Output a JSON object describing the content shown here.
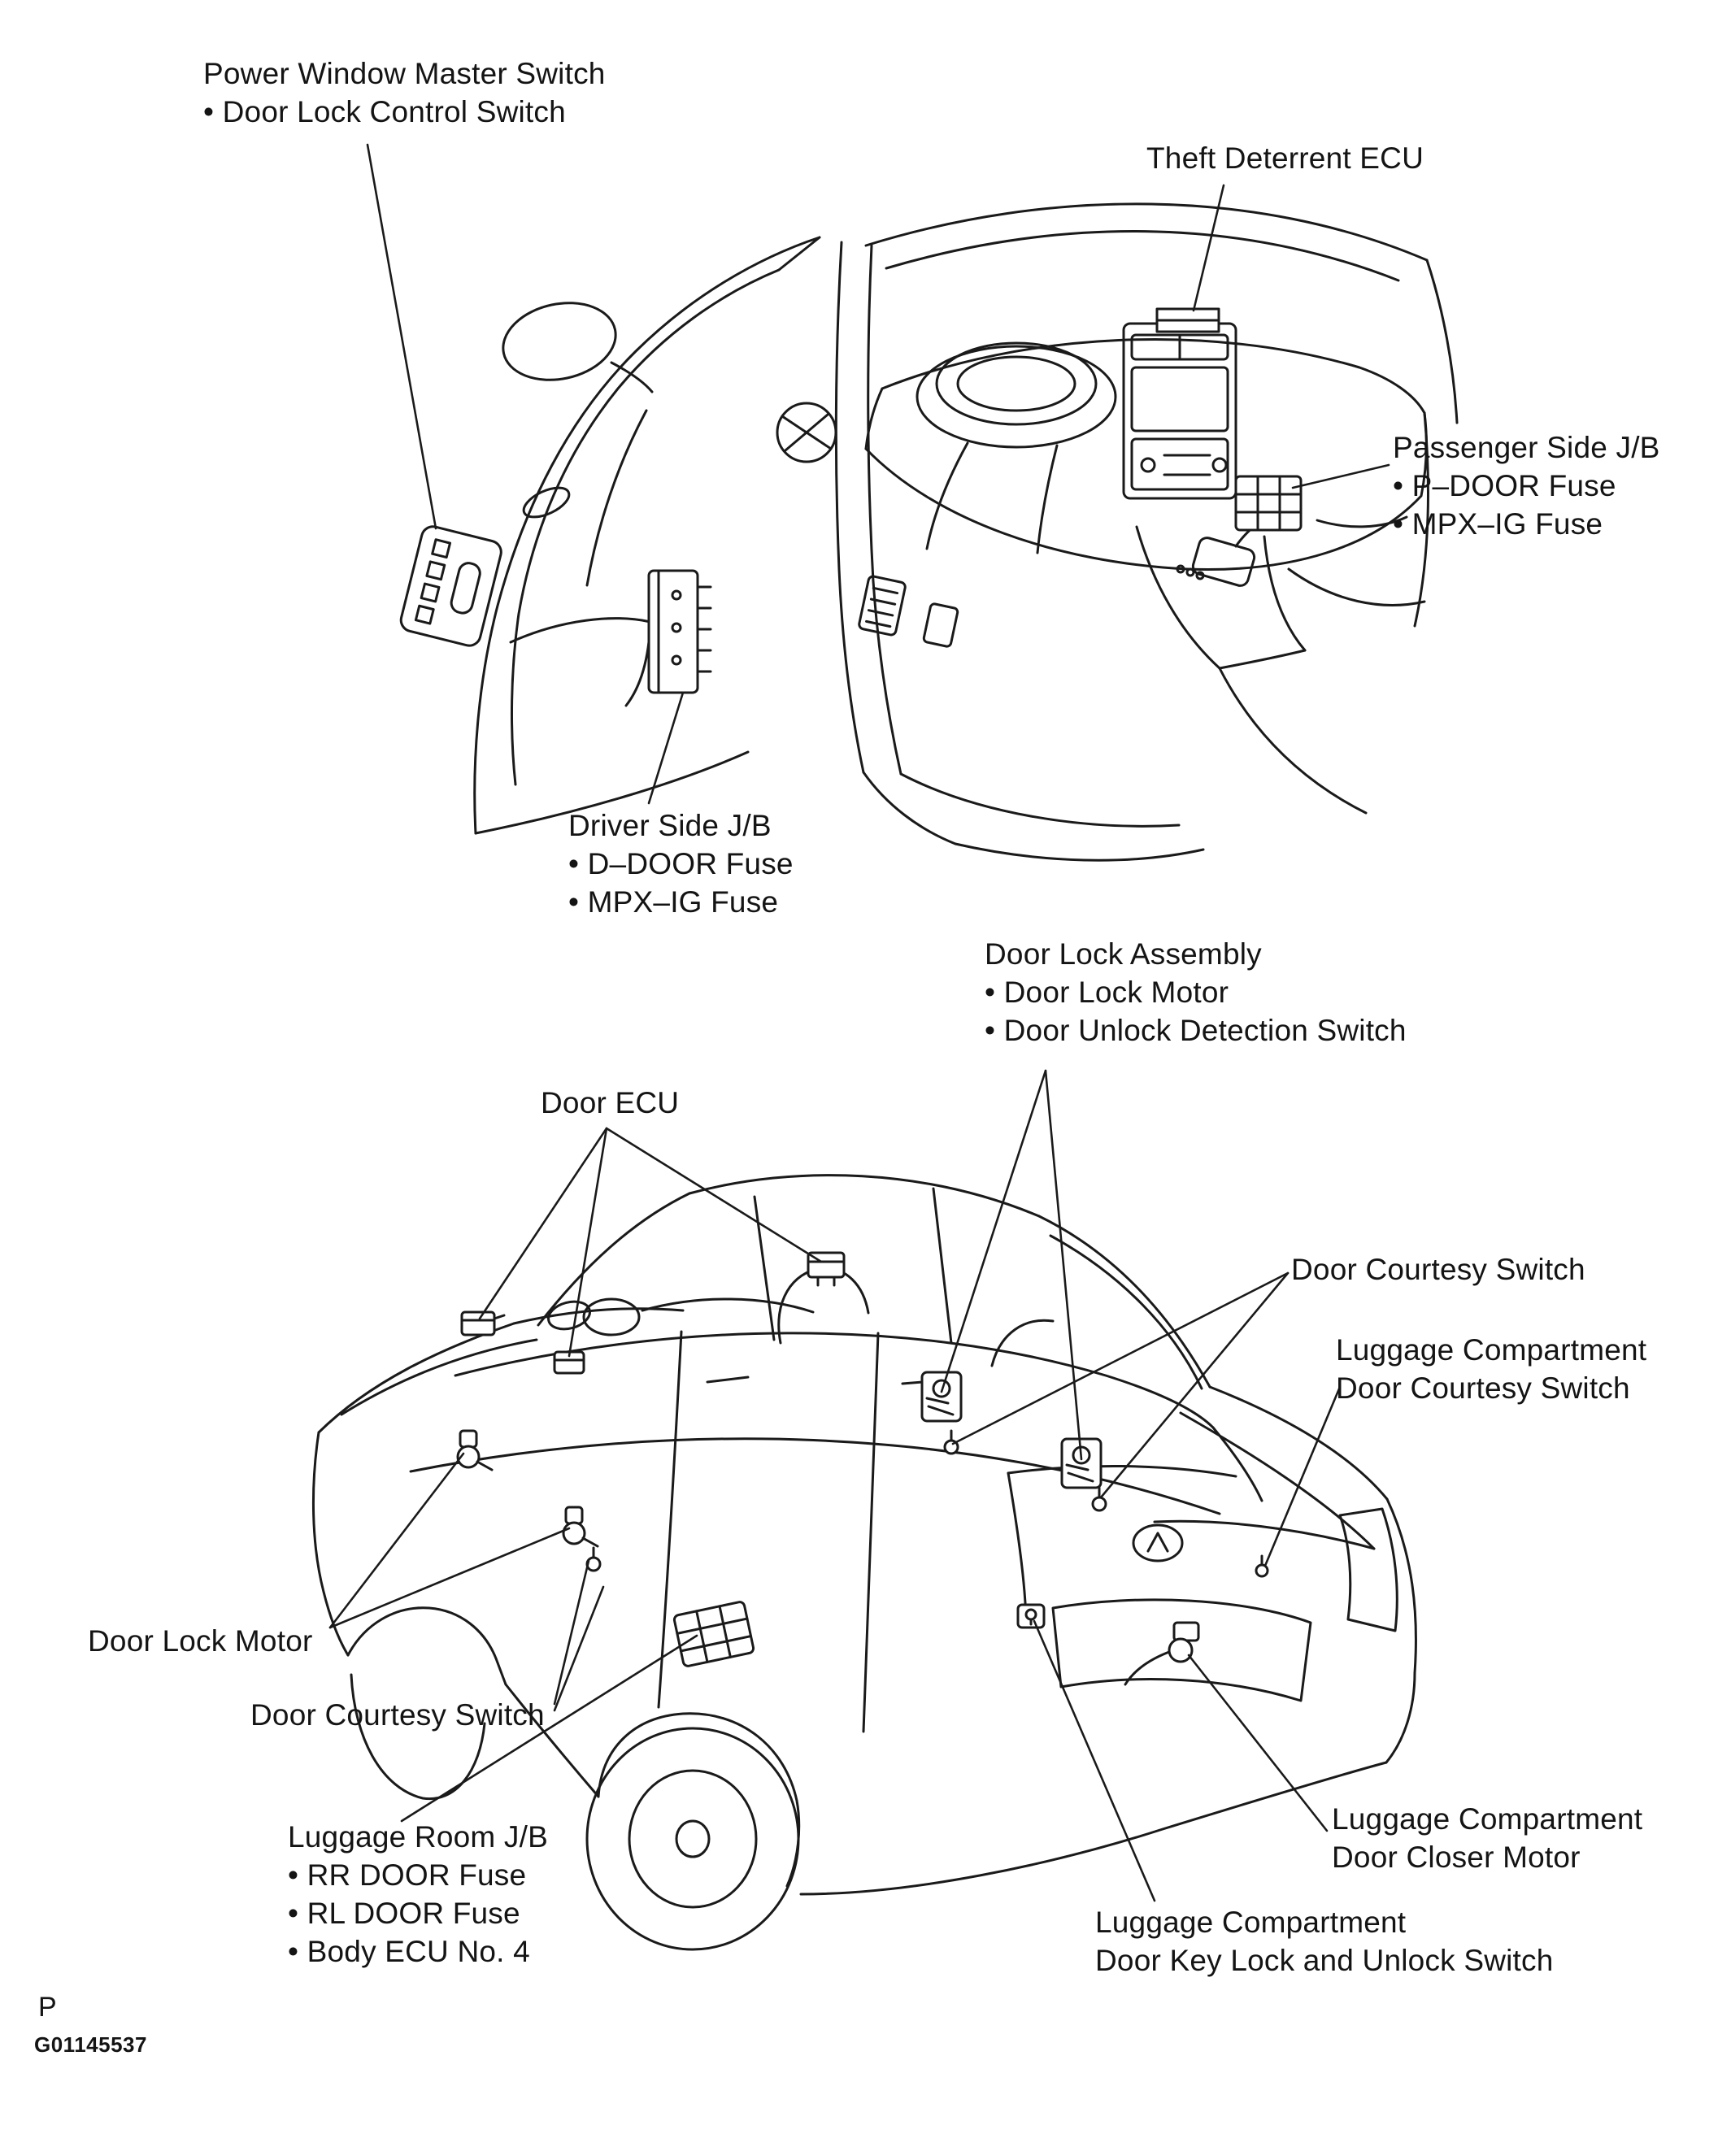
{
  "page": {
    "letter": "P",
    "figure_id": "G01145537",
    "ink_color": "#1a1a1a",
    "background_color": "#ffffff",
    "description": "Component location diagram: door lock / theft deterrent system, interior and exterior views of sedan"
  },
  "labels": {
    "power_window_master_switch": {
      "line1": "Power Window Master Switch",
      "line2": "• Door Lock Control Switch"
    },
    "theft_deterrent_ecu": {
      "line1": "Theft Deterrent ECU"
    },
    "passenger_side_jb": {
      "line1": "Passenger Side J/B",
      "line2": "• P–DOOR Fuse",
      "line3": "• MPX–IG Fuse"
    },
    "driver_side_jb": {
      "line1": "Driver Side J/B",
      "line2": "• D–DOOR Fuse",
      "line3": "• MPX–IG Fuse"
    },
    "door_lock_assembly": {
      "line1": "Door Lock Assembly",
      "line2": "• Door Lock Motor",
      "line3": "• Door Unlock Detection Switch"
    },
    "door_ecu": {
      "line1": "Door ECU"
    },
    "door_courtesy_switch_right": {
      "line1": "Door Courtesy Switch"
    },
    "luggage_compartment_door_courtesy_switch": {
      "line1": "Luggage Compartment",
      "line2": "Door Courtesy Switch"
    },
    "door_lock_motor": {
      "line1": "Door Lock Motor"
    },
    "door_courtesy_switch_left": {
      "line1": "Door Courtesy Switch"
    },
    "luggage_room_jb": {
      "line1": "Luggage Room J/B",
      "line2": "• RR DOOR Fuse",
      "line3": "• RL DOOR Fuse",
      "line4": "• Body ECU No. 4"
    },
    "luggage_compartment_door_closer_motor": {
      "line1": "Luggage Compartment",
      "line2": "Door Closer Motor"
    },
    "luggage_compartment_door_key_lock": {
      "line1": "Luggage Compartment",
      "line2": "Door Key Lock and Unlock Switch"
    }
  }
}
